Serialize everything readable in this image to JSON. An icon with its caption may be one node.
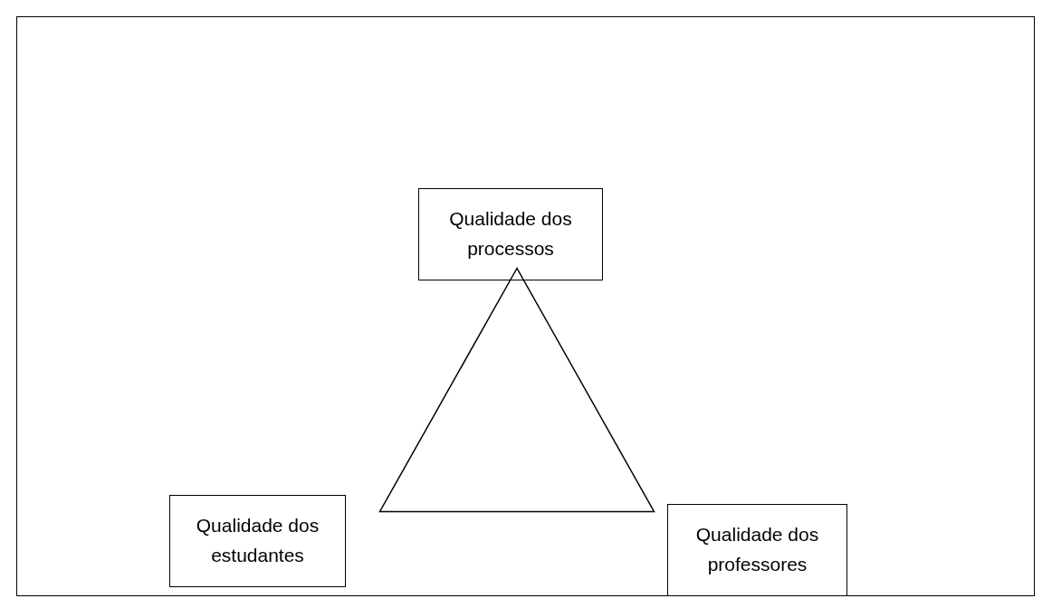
{
  "diagram": {
    "nodes": [
      {
        "text": [
          "Qualidade dos processos"
        ]
      },
      {
        "text": [],
        "shape": "triangle"
      },
      {
        "text": [
          "Qualidade dos estudantes"
        ]
      },
      {
        "text": [
          "Qualidade dos professores"
        ]
      }
    ]
  }
}
